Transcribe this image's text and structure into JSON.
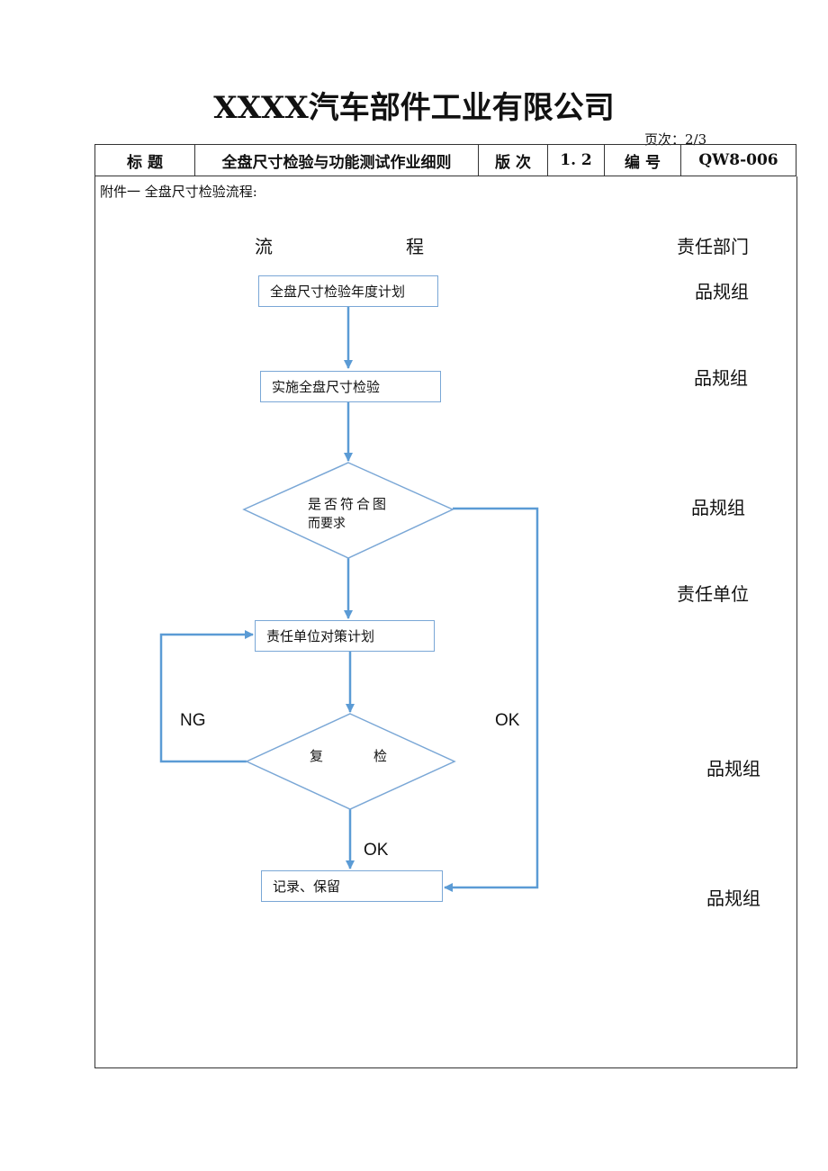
{
  "doc": {
    "company_title": "XXXX汽车部件工业有限公司",
    "page_number": "页次：2/3"
  },
  "header": {
    "title_label": "标 题",
    "title_value": "全盘尺寸检验与功能测试作业细则",
    "version_label": "版 次",
    "version_value": "1. 2",
    "number_label": "编 号",
    "number_value": "QW8-006"
  },
  "attachment_title": "附件一 全盘尺寸检验流程:",
  "column_headers": {
    "flow_left": "流",
    "flow_right": "程",
    "dept": "责任部门"
  },
  "flow": {
    "step1": "全盘尺寸检验年度计划",
    "step2": "实施全盘尺寸检验",
    "decision1_line1": "是否符合图",
    "decision1_line2": "而要求",
    "step3": "责任单位对策计划",
    "decision2_left": "复",
    "decision2_right": "检",
    "step4": "记录、保留",
    "ng_label": "NG",
    "ok_label_right": "OK",
    "ok_label_bottom": "OK"
  },
  "departments": [
    "品规组",
    "品规组",
    "品规组",
    "责任单位",
    "品规组",
    "品规组"
  ],
  "colors": {
    "flow_line": "#5b9bd5",
    "box_border": "#7aa7d6"
  }
}
